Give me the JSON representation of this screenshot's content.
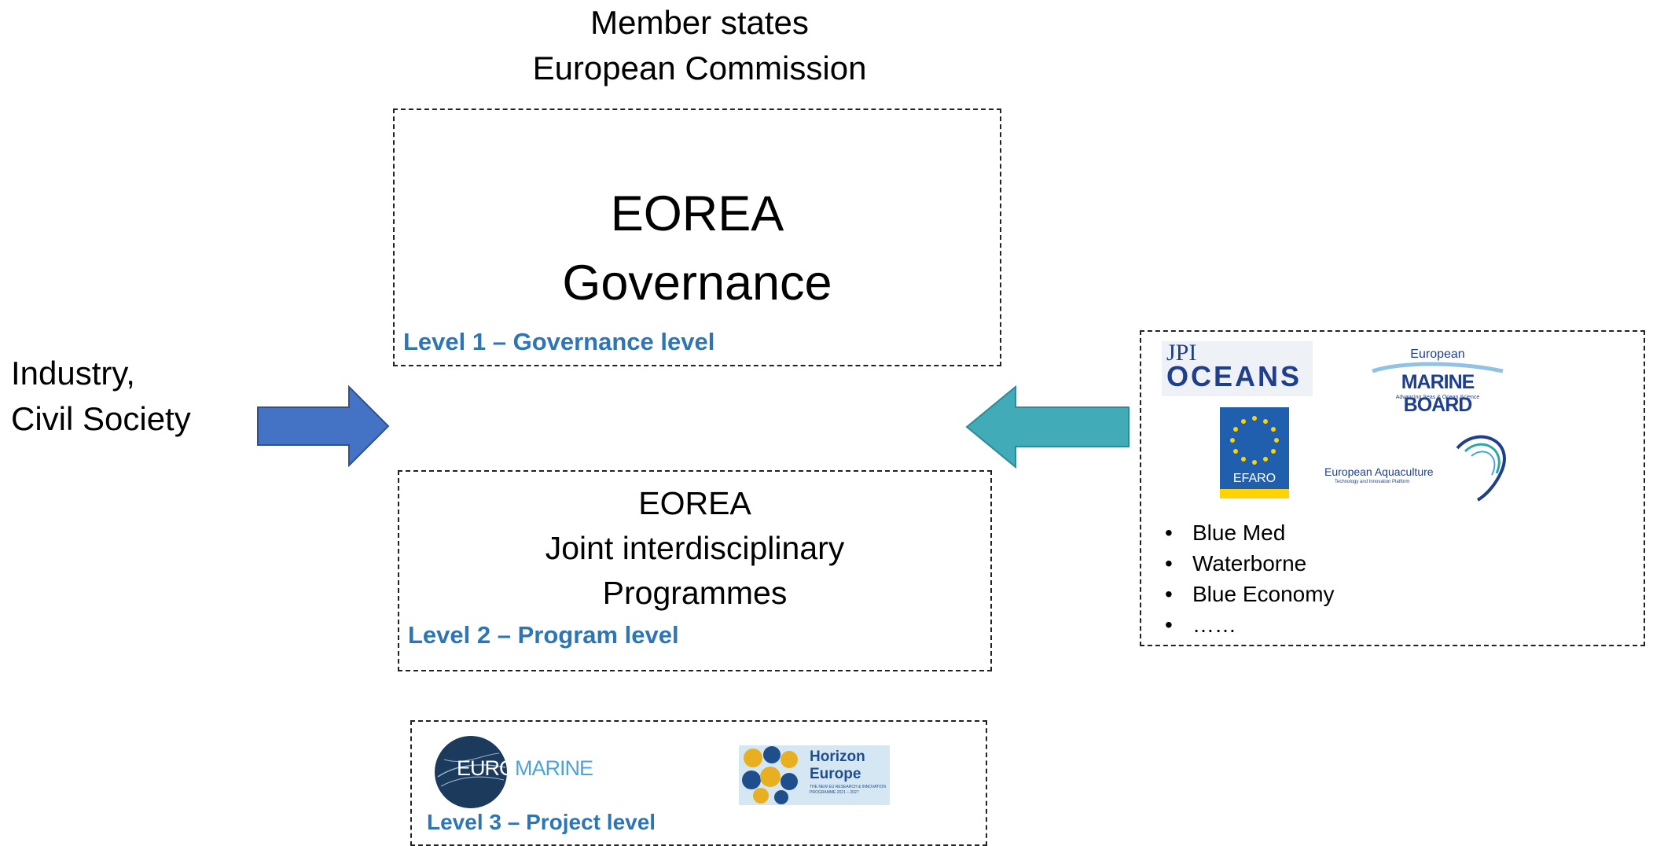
{
  "top_label": {
    "line1": "Member states",
    "line2": "European Commission"
  },
  "left_label": {
    "line1": "Industry,",
    "line2": "Civil Society"
  },
  "governance_box": {
    "line1": "EOREA",
    "line2": "Governance",
    "level": "Level 1 – Governance level"
  },
  "program_box": {
    "line1": "EOREA",
    "line2": "Joint interdisciplinary",
    "line3": "Programmes",
    "level": "Level 2 – Program level"
  },
  "project_box": {
    "level": "Level 3 – Project level",
    "euromarine": {
      "part1": "EURO",
      "part2": "MARINE"
    },
    "horizon": {
      "line1": "Horizon",
      "line2": "Europe",
      "small": "THE NEW EU RESEARCH & INNOVATION PROGRAMME 2021 – 2027"
    }
  },
  "partners_box": {
    "jpi": {
      "line1": "JPI",
      "line2": "OCEANS"
    },
    "marineboard": {
      "top": "European",
      "main": "MARINE BOARD",
      "tagline": "Advancing Seas & Ocean Science"
    },
    "efaro": {
      "label": "EFARO"
    },
    "aquaculture": {
      "line1": "European Aquaculture",
      "line2": "Technology and Innovation Platform"
    },
    "bullets": [
      "Blue Med",
      "Waterborne",
      "Blue Economy",
      "……"
    ]
  },
  "colors": {
    "level_text": "#2e75b6",
    "left_arrow": "#4472c4",
    "right_arrow": "#41abb8"
  }
}
